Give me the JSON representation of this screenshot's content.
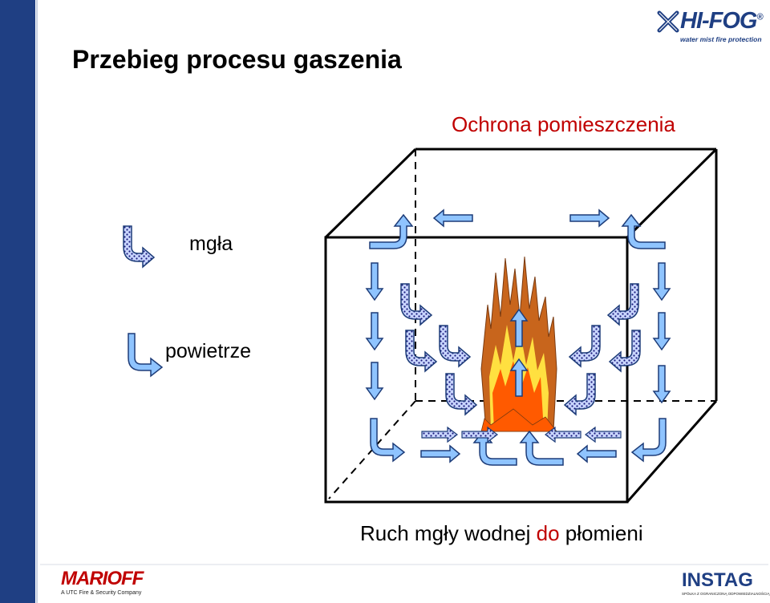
{
  "title": "Przebieg procesu gaszenia",
  "subtitle": "Ochrona pomieszczenia",
  "legend": {
    "mist_label": "mgła",
    "air_label": "powietrze"
  },
  "caption": {
    "prefix": "Ruch mgły wodnej ",
    "highlight": "do",
    "suffix": " płomieni"
  },
  "logos": {
    "hifog_brand": "HI-FOG",
    "hifog_registered": "®",
    "hifog_tagline": "water mist fire protection",
    "marioff_brand": "MARIOFF",
    "marioff_tagline": "A UTC Fire & Security Company",
    "instag_brand": "INSTAG",
    "instag_tagline": "SPÓŁKA Z OGRANICZONĄ ODPOWIEDZIALNOŚCIĄ"
  },
  "colors": {
    "sidebar": "#1f3f83",
    "accent_red": "#c00000",
    "air_arrow": "#8fc4ff",
    "mist_arrow": "#b8c8ff",
    "flame_outer": "#c8651c",
    "flame_mid": "#ff5a00",
    "flame_inner": "#ffe040"
  }
}
